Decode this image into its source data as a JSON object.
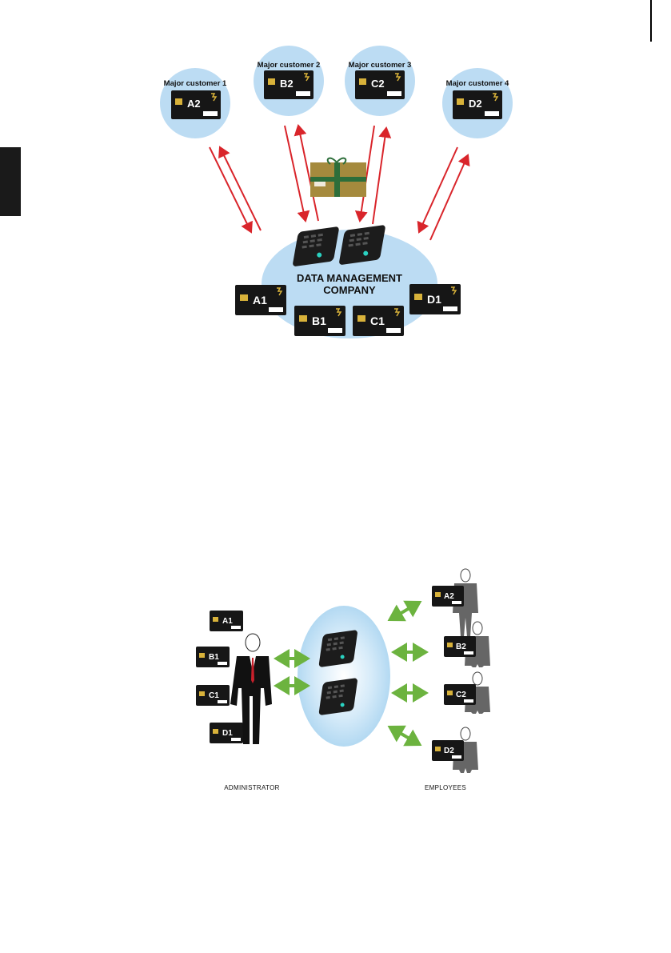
{
  "diagram1": {
    "customers": [
      {
        "label": "Major customer 1",
        "card": "A2"
      },
      {
        "label": "Major customer 2",
        "card": "B2"
      },
      {
        "label": "Major customer 3",
        "card": "C2"
      },
      {
        "label": "Major customer 4",
        "card": "D2"
      }
    ],
    "company_line1": "DATA MANAGEMENT",
    "company_line2": "COMPANY",
    "company_cards": [
      "A1",
      "B1",
      "C1",
      "D1"
    ]
  },
  "diagram2": {
    "admin_cards": [
      "A1",
      "B1",
      "C1",
      "D1"
    ],
    "employee_cards": [
      "A2",
      "B2",
      "C2",
      "D2"
    ],
    "admin_label": "ADMINISTRATOR",
    "employees_label": "EMPLOYEES"
  },
  "colors": {
    "arrow_red": "#d9252b",
    "arrow_green": "#6cb33f",
    "bubble_blue": "#bcdcf3",
    "card_black": "#161616",
    "chip_gold": "#d8b23a",
    "package_brown": "#a58a3d",
    "ribbon_green": "#2d6e3a"
  }
}
